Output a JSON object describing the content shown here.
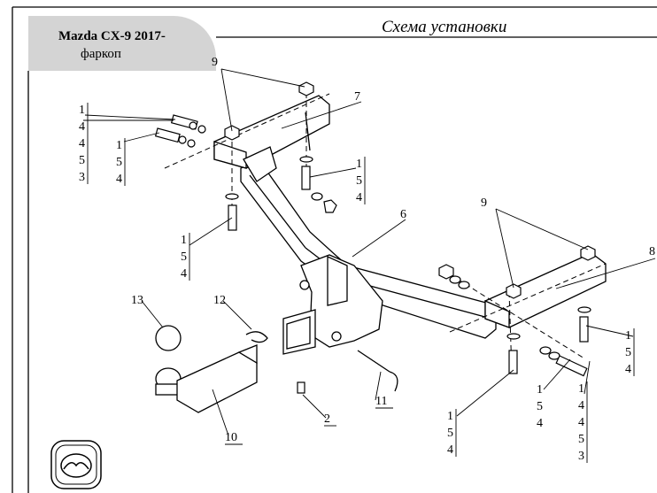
{
  "header": {
    "model": "Mazda CX-9 2017-",
    "product": "фаркоп",
    "title": "Схема установки"
  },
  "callouts": {
    "c7": "7",
    "c6": "6",
    "c8": "8",
    "c9a": "9",
    "c9b": "9",
    "c13": "13",
    "c12": "12",
    "c2": "2",
    "c11": "11",
    "c10": "10"
  },
  "stacks": {
    "top_left_a": [
      "1",
      "4",
      "4",
      "5",
      "3"
    ],
    "top_left_b": [
      "1",
      "5",
      "4"
    ],
    "left_mid": [
      "1",
      "5",
      "4"
    ],
    "left_low": [
      "1",
      "5",
      "4"
    ],
    "right_a": [
      "1",
      "5",
      "4"
    ],
    "right_b": [
      "1",
      "5",
      "4"
    ],
    "right_c": [
      "1",
      "4",
      "4",
      "5",
      "3"
    ],
    "bottom_mid": [
      "1",
      "5",
      "4"
    ]
  },
  "logo": {
    "name": "mazda-logo-icon"
  }
}
